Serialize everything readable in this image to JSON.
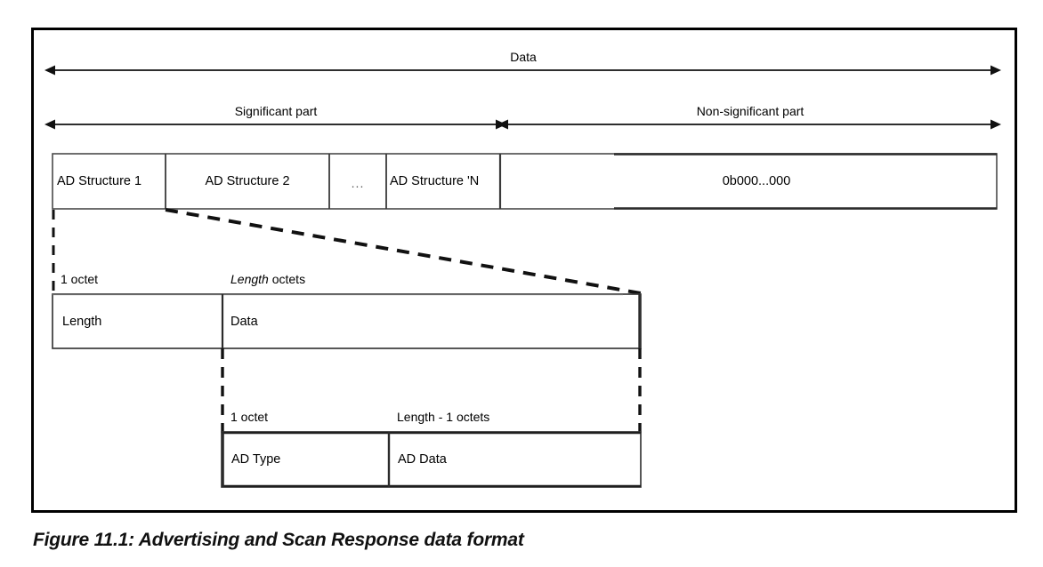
{
  "figure": {
    "caption": "Figure 11.1:  Advertising and Scan Response data format",
    "colors": {
      "frame": "#000000",
      "line": "#1a1a1a",
      "box_border": "#3a3a3a",
      "background": "#ffffff",
      "dashed": "#111111"
    }
  },
  "span_labels": {
    "data": "Data",
    "significant": "Significant part",
    "non_significant": "Non-significant part"
  },
  "data_row": {
    "cells": [
      {
        "label": "AD Structure 1",
        "align": "left"
      },
      {
        "label": "AD Structure 2",
        "align": "center"
      },
      {
        "label": "...",
        "align": "center"
      },
      {
        "label": "AD Structure 'N",
        "align": "left"
      },
      {
        "label": "0b000...000",
        "align": "center"
      }
    ]
  },
  "ad_structure_row": {
    "size_labels": {
      "first": "1 octet",
      "second_em": "Length",
      "second_rest": " octets"
    },
    "cells": [
      {
        "label": "Length"
      },
      {
        "label": "Data"
      }
    ]
  },
  "ad_data_row": {
    "size_labels": {
      "first": "1  octet",
      "second": "Length - 1 octets"
    },
    "cells": [
      {
        "label": "AD Type"
      },
      {
        "label": "AD Data"
      }
    ]
  },
  "chart_data": {
    "type": "diagram",
    "title": "Advertising and Scan Response data format",
    "description": "Three-level packet field decomposition diagram",
    "levels": [
      {
        "name": "Data",
        "fields": [
          "AD Structure 1",
          "AD Structure 2",
          "...",
          "AD Structure 'N",
          "0b000...000"
        ],
        "spans": [
          {
            "label": "Data",
            "from": "AD Structure 1",
            "to": "0b000...000"
          },
          {
            "label": "Significant part",
            "from": "AD Structure 1",
            "to": "AD Structure 'N"
          },
          {
            "label": "Non-significant part",
            "from": "0b000...000",
            "to": "0b000...000"
          }
        ]
      },
      {
        "name": "AD Structure",
        "fields": [
          "Length",
          "Data"
        ],
        "sizes": [
          "1 octet",
          "Length octets"
        ]
      },
      {
        "name": "AD Structure Data",
        "fields": [
          "AD Type",
          "AD Data"
        ],
        "sizes": [
          "1  octet",
          "Length - 1 octets"
        ]
      }
    ]
  }
}
